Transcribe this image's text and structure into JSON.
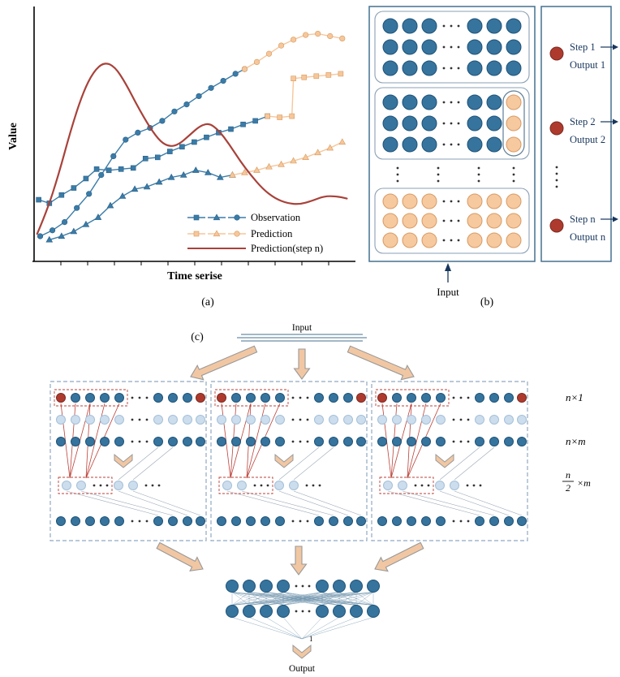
{
  "colors": {
    "observation": "#3a7ca8",
    "prediction": "#f6c79b",
    "prediction_step": "#a8423a",
    "dark_node": "#36749e",
    "dark_node_stroke": "#1e5378",
    "light_node": "#ccdded",
    "light_node_stroke": "#a5c0d8",
    "peach_node": "#f6c99f",
    "peach_node_stroke": "#d89b64",
    "red_node": "#ae3a2e",
    "red_node_stroke": "#7d2a21",
    "panel_border": "#44708f",
    "inner_border": "#8aa0b4",
    "dashed_border": "#8fa9c2",
    "red_line": "#bb4038",
    "gray_line": "#9aa7b5",
    "connect_line": "#6f93ac",
    "arrow_fill": "#f1c7a3",
    "arrow_stroke": "#999999",
    "navy_text": "#17365d",
    "axis_color": "#000000"
  },
  "chart_data": {
    "type": "line",
    "title": "",
    "xlabel": "Time serise",
    "ylabel": "Value",
    "xlim": [
      0,
      21
    ],
    "ylim": [
      0,
      10.5
    ],
    "grid": false,
    "legend_position": "inside lower right",
    "legend": [
      "Observation",
      "Prediction",
      "Prediction(step n)"
    ],
    "series": [
      {
        "id": "observation-square",
        "group": "Observation",
        "marker": "square",
        "color": "#3a7ca8",
        "marker_stroke": "#2a5f85",
        "points": [
          [
            0.3,
            2.55
          ],
          [
            1.0,
            2.4
          ],
          [
            1.8,
            2.75
          ],
          [
            2.6,
            3.05
          ],
          [
            3.4,
            3.45
          ],
          [
            4.1,
            3.85
          ],
          [
            4.9,
            3.8
          ],
          [
            5.7,
            3.85
          ],
          [
            6.5,
            3.9
          ],
          [
            7.3,
            4.3
          ],
          [
            8.1,
            4.35
          ],
          [
            8.9,
            4.6
          ],
          [
            9.7,
            4.8
          ],
          [
            10.5,
            5.0
          ],
          [
            11.3,
            5.2
          ],
          [
            12.1,
            5.4
          ],
          [
            12.9,
            5.55
          ],
          [
            13.7,
            5.75
          ],
          [
            14.5,
            5.9
          ],
          [
            15.3,
            6.1
          ]
        ]
      },
      {
        "id": "observation-triangle",
        "group": "Observation",
        "marker": "triangle",
        "color": "#3a7ca8",
        "marker_stroke": "#2a5f85",
        "points": [
          [
            1.0,
            0.85
          ],
          [
            1.8,
            1.0
          ],
          [
            2.6,
            1.2
          ],
          [
            3.4,
            1.5
          ],
          [
            4.2,
            1.8
          ],
          [
            5.0,
            2.3
          ],
          [
            5.8,
            2.7
          ],
          [
            6.6,
            3.0
          ],
          [
            7.4,
            3.1
          ],
          [
            8.2,
            3.3
          ],
          [
            9.0,
            3.5
          ],
          [
            9.8,
            3.6
          ],
          [
            10.6,
            3.8
          ],
          [
            11.4,
            3.7
          ],
          [
            12.2,
            3.5
          ],
          [
            13.0,
            3.6
          ]
        ]
      },
      {
        "id": "observation-circle",
        "group": "Observation",
        "marker": "circle",
        "color": "#3a7ca8",
        "marker_stroke": "#2a5f85",
        "points": [
          [
            0.4,
            1.0
          ],
          [
            1.2,
            1.25
          ],
          [
            2.0,
            1.6
          ],
          [
            2.8,
            2.2
          ],
          [
            3.6,
            2.8
          ],
          [
            4.4,
            3.6
          ],
          [
            5.2,
            4.4
          ],
          [
            6.0,
            5.1
          ],
          [
            6.8,
            5.4
          ],
          [
            7.6,
            5.6
          ],
          [
            8.4,
            5.9
          ],
          [
            9.2,
            6.3
          ],
          [
            10.0,
            6.6
          ],
          [
            10.8,
            6.95
          ],
          [
            11.6,
            7.3
          ],
          [
            12.4,
            7.6
          ],
          [
            13.2,
            7.9
          ],
          [
            13.8,
            8.1
          ]
        ]
      },
      {
        "id": "prediction-square",
        "group": "Prediction",
        "marker": "square",
        "color": "#f6c79b",
        "marker_stroke": "#d79a5f",
        "points": [
          [
            15.3,
            6.1
          ],
          [
            16.1,
            6.05
          ],
          [
            16.9,
            6.1
          ],
          [
            17.0,
            7.7
          ],
          [
            17.7,
            7.75
          ],
          [
            18.5,
            7.8
          ],
          [
            19.3,
            7.85
          ],
          [
            20.1,
            7.9
          ]
        ]
      },
      {
        "id": "prediction-triangle",
        "group": "Prediction",
        "marker": "triangle",
        "color": "#f6c79b",
        "marker_stroke": "#d79a5f",
        "points": [
          [
            13.0,
            3.6
          ],
          [
            13.8,
            3.7
          ],
          [
            14.6,
            3.8
          ],
          [
            15.4,
            3.95
          ],
          [
            16.2,
            4.05
          ],
          [
            17.0,
            4.2
          ],
          [
            17.8,
            4.35
          ],
          [
            18.6,
            4.55
          ],
          [
            19.4,
            4.75
          ],
          [
            20.2,
            5.0
          ]
        ]
      },
      {
        "id": "prediction-circle",
        "group": "Prediction",
        "marker": "circle",
        "color": "#f6c79b",
        "marker_stroke": "#d79a5f",
        "points": [
          [
            13.8,
            8.1
          ],
          [
            14.6,
            8.4
          ],
          [
            15.4,
            8.75
          ],
          [
            16.2,
            9.1
          ],
          [
            17.0,
            9.35
          ],
          [
            17.8,
            9.55
          ],
          [
            18.6,
            9.6
          ],
          [
            19.4,
            9.5
          ],
          [
            20.2,
            9.4
          ]
        ]
      },
      {
        "id": "prediction-step-n",
        "group": "Prediction(step n)",
        "marker": "none",
        "smooth": true,
        "color": "#a8423a",
        "points": [
          [
            0.2,
            1.1
          ],
          [
            0.8,
            2.0
          ],
          [
            1.6,
            3.6
          ],
          [
            2.4,
            5.5
          ],
          [
            3.2,
            7.1
          ],
          [
            3.9,
            8.0
          ],
          [
            4.6,
            8.4
          ],
          [
            5.3,
            8.2
          ],
          [
            6.0,
            7.5
          ],
          [
            6.8,
            6.5
          ],
          [
            7.6,
            5.6
          ],
          [
            8.3,
            5.0
          ],
          [
            8.9,
            4.8
          ],
          [
            9.5,
            4.9
          ],
          [
            10.2,
            5.3
          ],
          [
            10.9,
            5.7
          ],
          [
            11.5,
            5.8
          ],
          [
            12.1,
            5.5
          ],
          [
            12.8,
            4.9
          ],
          [
            13.5,
            4.2
          ],
          [
            14.2,
            3.6
          ],
          [
            15.0,
            3.0
          ],
          [
            15.8,
            2.6
          ],
          [
            16.6,
            2.4
          ],
          [
            17.4,
            2.35
          ],
          [
            18.2,
            2.5
          ],
          [
            19.0,
            2.7
          ],
          [
            19.8,
            2.7
          ],
          [
            20.5,
            2.6
          ]
        ]
      }
    ]
  },
  "panel_a": {
    "caption": "(a)"
  },
  "panel_b": {
    "caption": "(b)",
    "input_label": "Input",
    "steps": [
      {
        "step": "Step 1",
        "output": "Output 1"
      },
      {
        "step": "Step 2",
        "output": "Output 2"
      },
      {
        "step": "Step n",
        "output": "Output n"
      }
    ]
  },
  "panel_c": {
    "caption": "(c)",
    "input_label": "Input",
    "output_label": "Output",
    "dim_labels": {
      "row1": "n×1",
      "row3": "n×m",
      "frac_numerator": "n",
      "frac_denominator": "2",
      "frac_suffix": "×m"
    },
    "converge_label": "1"
  }
}
